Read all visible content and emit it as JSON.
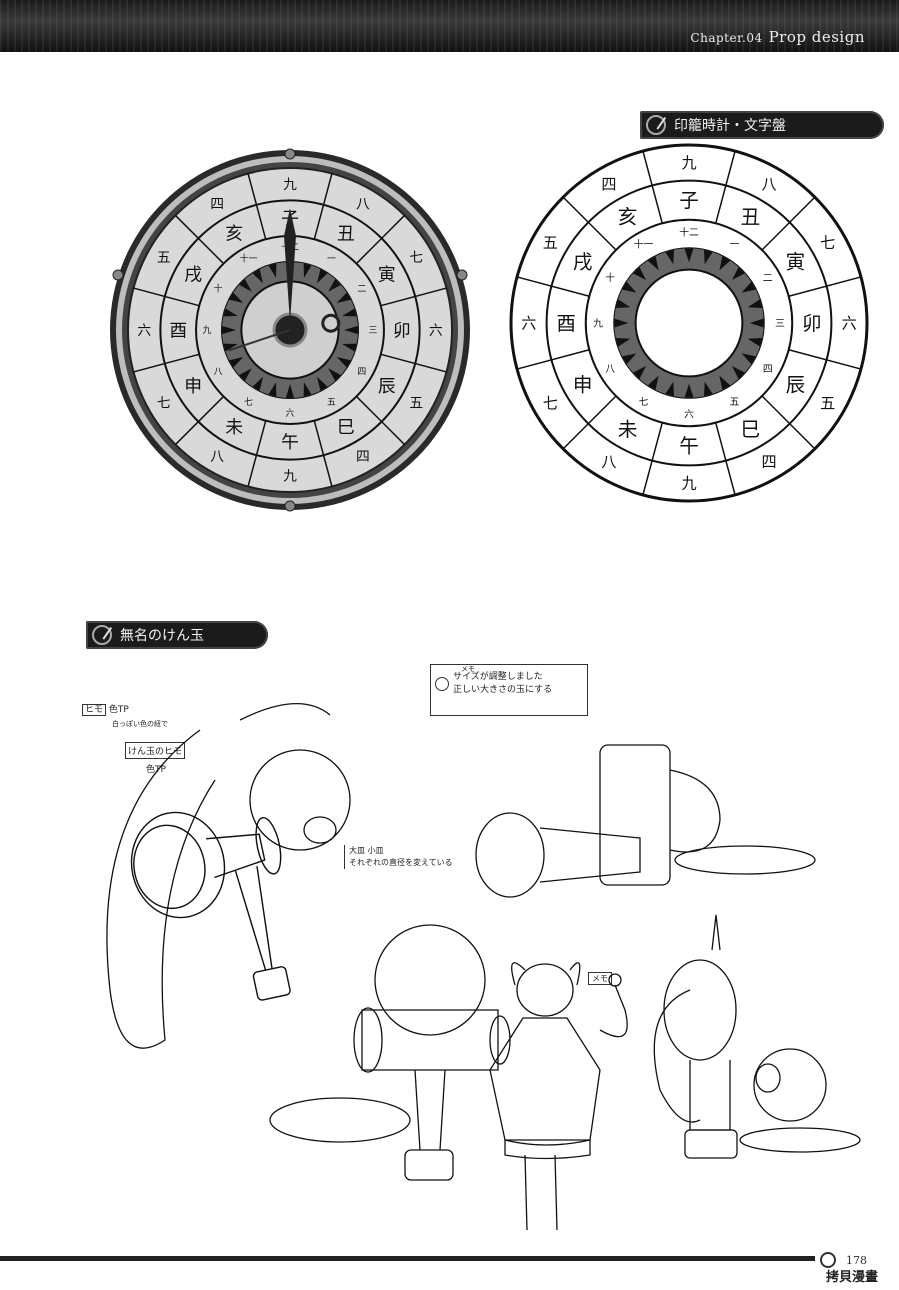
{
  "header": {
    "chapter": "Chapter.04",
    "title": "Prop design"
  },
  "sections": {
    "clock": {
      "banner": "印籠時計・文字盤"
    },
    "kendama": {
      "banner": "無名のけん玉"
    }
  },
  "dial": {
    "outer_ring": [
      "九",
      "八",
      "七",
      "六",
      "五",
      "四",
      "九",
      "八",
      "七",
      "六",
      "五",
      "四"
    ],
    "zodiac": [
      "子",
      "丑",
      "寅",
      "卯",
      "辰",
      "巳",
      "午",
      "未",
      "申",
      "酉",
      "戌",
      "亥"
    ],
    "hour_ring": [
      "十二",
      "一",
      "二",
      "三",
      "四",
      "五",
      "六",
      "七",
      "八",
      "九",
      "十",
      "十一"
    ]
  },
  "sketch_notes": {
    "string": "ヒモ",
    "string_color": "色TP",
    "string_detail": "白っぽい色の紐で",
    "kendama_string": "けん玉のヒモ",
    "kendama_string_color": "色TP",
    "memo_title": "メモ",
    "memo_line1": "サイズが調整しました",
    "memo_line2": "正しい大きさの玉にする",
    "size_note_1": "大皿 小皿",
    "size_note_2": "それぞれの直径を変えている",
    "mayu_tag": "メモ"
  },
  "footer": {
    "page": "178",
    "watermark": "拷貝漫畫"
  }
}
